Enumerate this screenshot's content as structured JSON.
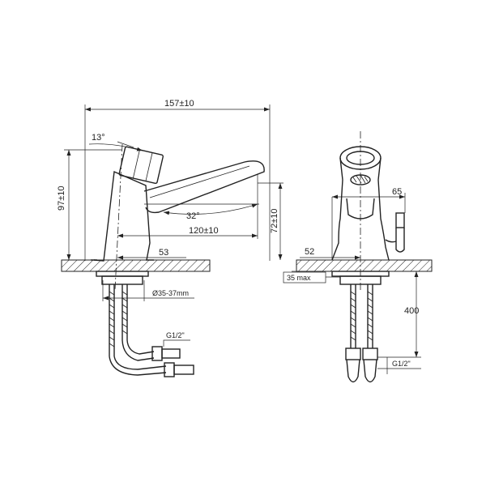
{
  "side_view": {
    "overall_length": "157±10",
    "handle_angle": "13°",
    "spout_angle": "32°",
    "height": "97±10",
    "spout_reach": "120±10",
    "spout_height": "72±10",
    "base_offset": "53",
    "hole_diameter": "Ø35-37mm",
    "thread": "G1/2\""
  },
  "front_view": {
    "handle_offset": "65",
    "body_offset": "52",
    "max_thickness": "35 max",
    "hose_length": "400",
    "thread": "G1/2\""
  }
}
